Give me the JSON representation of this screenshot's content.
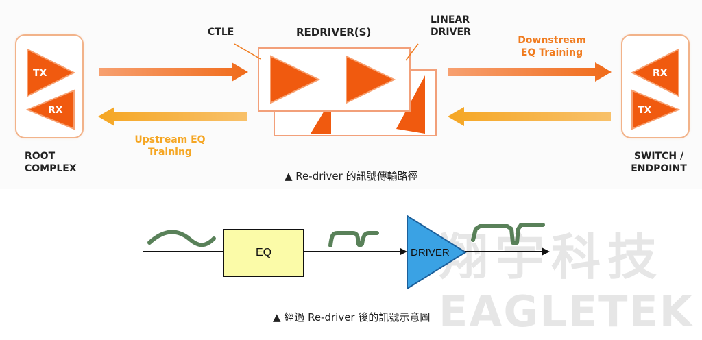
{
  "top_diagram": {
    "root_complex": {
      "tx_label": "TX",
      "rx_label": "RX",
      "label_line1": "ROOT",
      "label_line2": "COMPLEX"
    },
    "switch_endpoint": {
      "rx_label": "RX",
      "tx_label": "TX",
      "label_line1": "SWITCH /",
      "label_line2": "ENDPOINT"
    },
    "ctle_label": "CTLE",
    "redriver_label": "REDRIVER(S)",
    "linear_driver_line1": "LINEAR",
    "linear_driver_line2": "DRIVER",
    "downstream_line1": "Downstream",
    "downstream_line2": "EQ Training",
    "upstream_line1": "Upstream EQ",
    "upstream_line2": "Training",
    "caption": "▲ Re-driver 的訊號傳輸路徑"
  },
  "bottom_diagram": {
    "eq_label": "EQ",
    "driver_label": "DRIVER",
    "caption": "▲ 經過 Re-driver 後的訊號示意圖"
  },
  "watermark": {
    "chinese": "翔宇科技",
    "english": "EAGLETEK"
  },
  "colors": {
    "orange": "#f05a0f",
    "arrow_orange": "#f07b1e",
    "arrow_amber": "#f5a623",
    "eq_box": "#fbfba8",
    "driver_blue": "#3aa2e4",
    "signal_green": "#3c6b3c"
  }
}
